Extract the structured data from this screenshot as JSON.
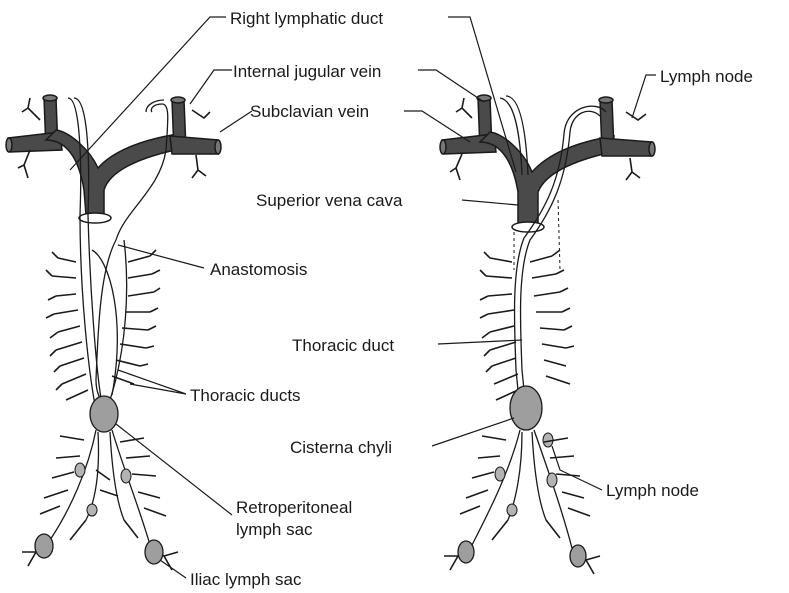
{
  "labels": {
    "right_lymphatic_duct": "Right lymphatic duct",
    "internal_jugular_vein": "Internal jugular vein",
    "subclavian_vein": "Subclavian vein",
    "lymph_node_top": "Lymph node",
    "superior_vena_cava": "Superior vena cava",
    "anastomosis": "Anastomosis",
    "thoracic_duct": "Thoracic duct",
    "thoracic_ducts": "Thoracic ducts",
    "cisterna_chyli": "Cisterna chyli",
    "lymph_node_bottom": "Lymph node",
    "retroperitoneal_line1": "Retroperitoneal",
    "retroperitoneal_line2": "lymph sac",
    "iliac_lymph_sac": "Iliac lymph sac"
  },
  "colors": {
    "vein": "#4a4a4a",
    "duct_outline": "#1a1a1a",
    "sac_fill": "#9e9e9e",
    "background": "#ffffff"
  }
}
